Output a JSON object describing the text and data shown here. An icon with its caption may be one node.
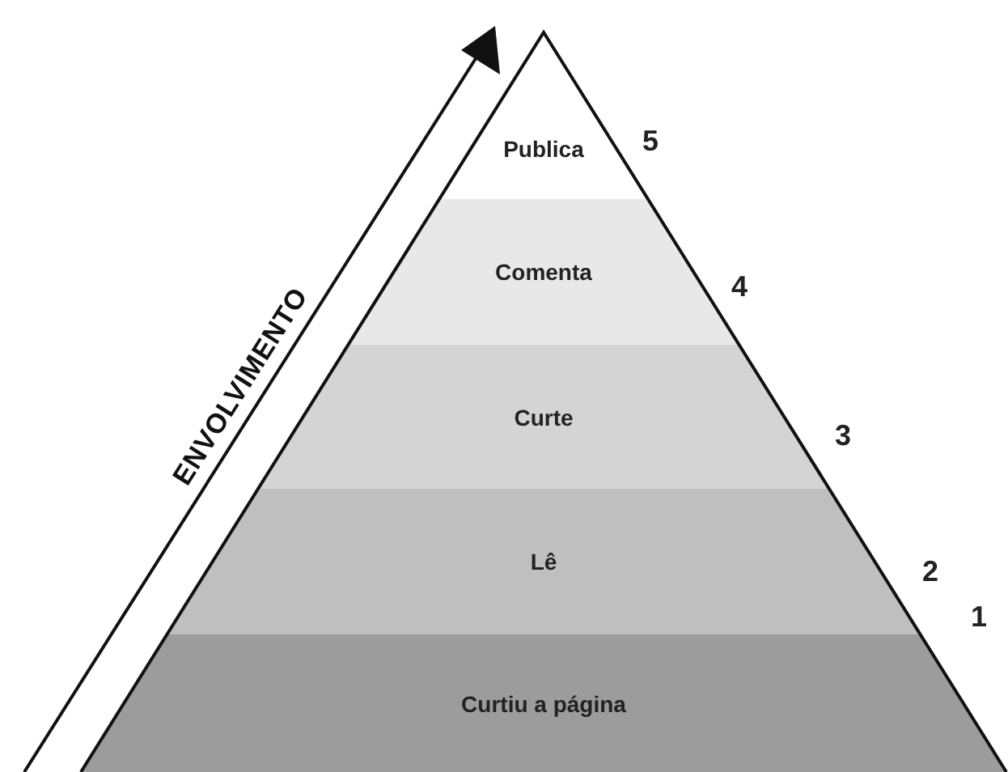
{
  "diagram": {
    "nodes": [
      {
        "text": [
          "Publica"
        ],
        "beside": [
          "5"
        ]
      },
      {
        "text": [
          "Comenta"
        ],
        "beside": [
          "4"
        ]
      },
      {
        "text": [
          "Curte"
        ],
        "beside": [
          "3"
        ]
      },
      {
        "text": [
          "Lê"
        ],
        "beside": [
          "2"
        ]
      },
      {
        "text": [
          "Curtiu a página"
        ],
        "beside": [
          "1"
        ]
      }
    ],
    "labels": [
      "ENVOLVIMENTO"
    ]
  }
}
